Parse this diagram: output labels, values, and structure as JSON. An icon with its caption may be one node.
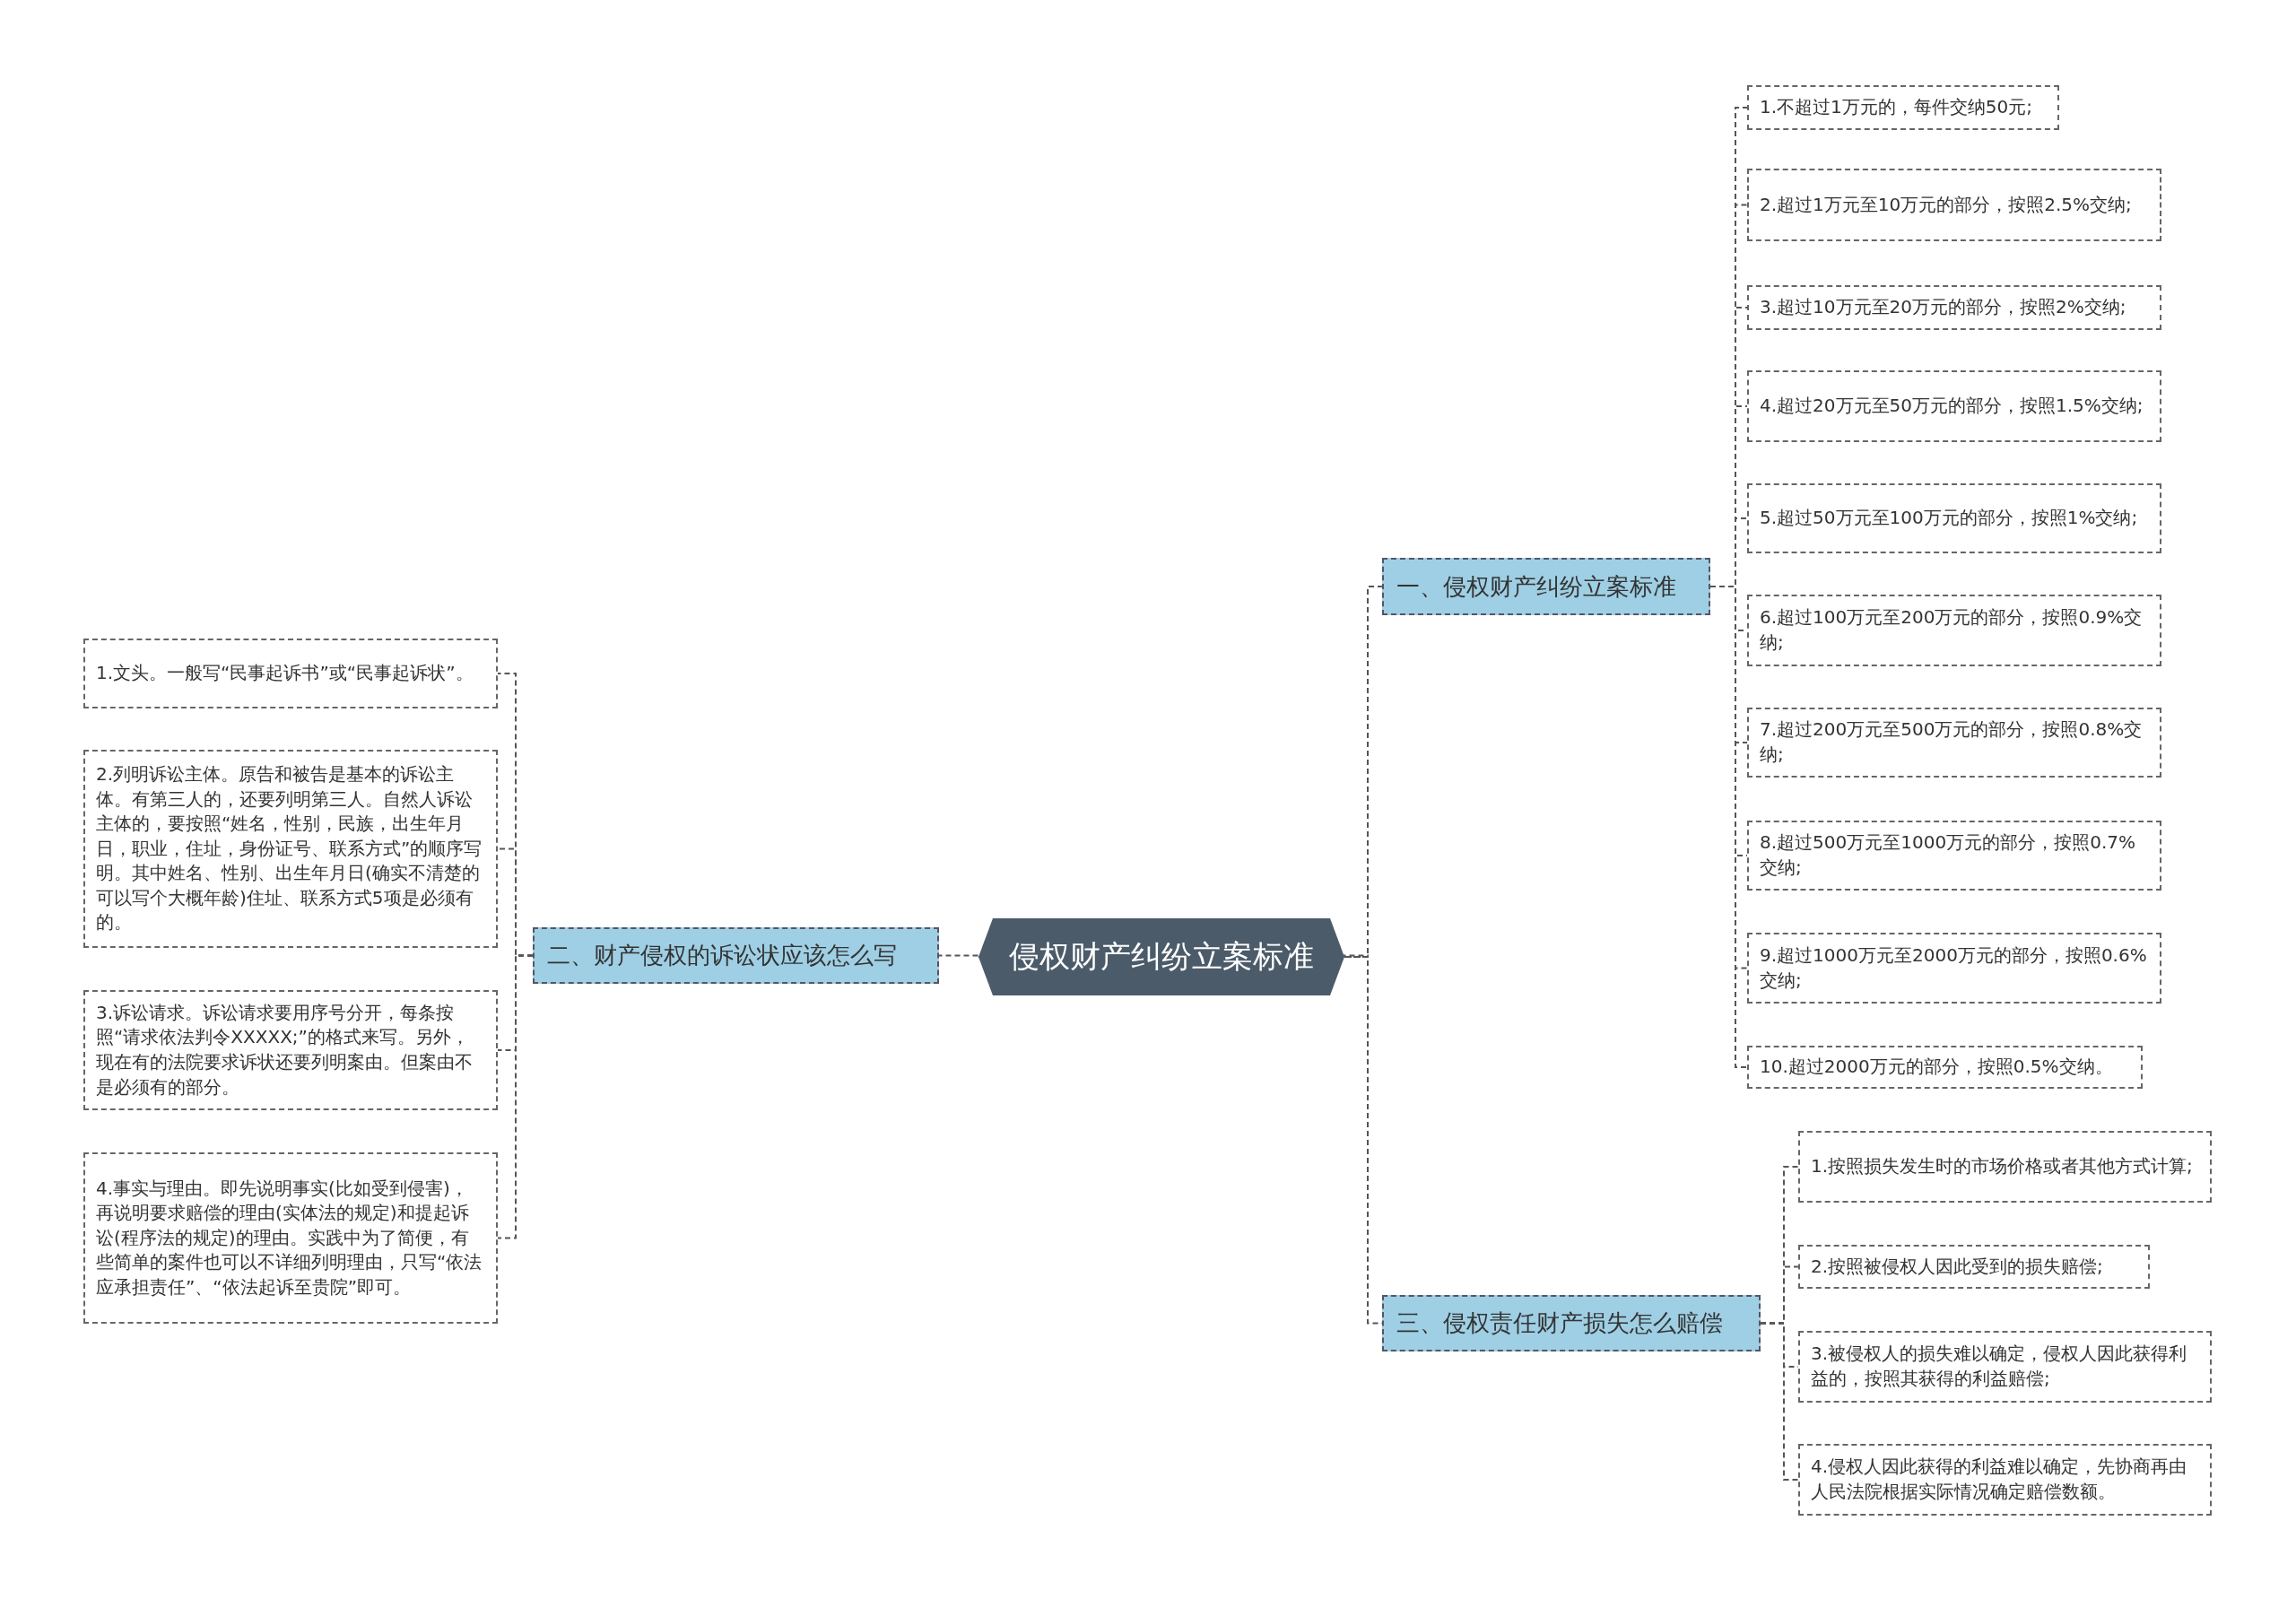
{
  "diagram": {
    "nodes": [
      {
        "text": [
          "侵权财产纠纷立案标准"
        ]
      },
      {
        "text": [
          "一、侵权财产纠纷立案标准"
        ]
      },
      {
        "text": [
          "1.不超过1万元的，每件交纳50元;"
        ]
      },
      {
        "text": [
          "2.超过1万元至10万元的部分，按照2.5%交纳;"
        ]
      },
      {
        "text": [
          "3.超过10万元至20万元的部分，按照2%交纳;"
        ]
      },
      {
        "text": [
          "4.超过20万元至50万元的部分，按照1.5%交纳;"
        ]
      },
      {
        "text": [
          "5.超过50万元至100万元的部分，按照1%交纳;"
        ]
      },
      {
        "text": [
          "6.超过100万元至200万元的部分，按照0.9%交纳;"
        ]
      },
      {
        "text": [
          "7.超过200万元至500万元的部分，按照0.8%交纳;"
        ]
      },
      {
        "text": [
          "8.超过500万元至1000万元的部分，按照0.7%交纳;"
        ]
      },
      {
        "text": [
          "9.超过1000万元至2000万元的部分，按照0.6%交纳;"
        ]
      },
      {
        "text": [
          "10.超过2000万元的部分，按照0.5%交纳。"
        ]
      },
      {
        "text": [
          "二、财产侵权的诉讼状应该怎么写"
        ]
      },
      {
        "text": [
          "1.文头。一般写“民事起诉书”或“民事起诉状”。"
        ]
      },
      {
        "text": [
          "2.列明诉讼主体。原告和被告是基本的诉讼主体。有第三人的，还要列明第三人。自然人诉讼主体的，要按照“姓名，性别，民族，出生年月日，职业，住址，身份证号、联系方式”的顺序写明。其中姓名、性别、出生年月日(确实不清楚的可以写个大概年龄)住址、联系方式5项是必须有的。"
        ]
      },
      {
        "text": [
          "3.诉讼请求。诉讼请求要用序号分开，每条按照“请求依法判令XXXXX;”的格式来写。另外，现在有的法院要求诉状还要列明案由。但案由不是必须有的部分。"
        ]
      },
      {
        "text": [
          "4.事实与理由。即先说明事实(比如受到侵害)，再说明要求赔偿的理由(实体法的规定)和提起诉讼(程序法的规定)的理由。实践中为了简便，有些简单的案件也可以不详细列明理由，只写“依法应承担责任”、“依法起诉至贵院”即可。"
        ]
      },
      {
        "text": [
          "三、侵权责任财产损失怎么赔偿"
        ]
      },
      {
        "text": [
          "1.按照损失发生时的市场价格或者其他方式计算;"
        ]
      },
      {
        "text": [
          "2.按照被侵权人因此受到的损失赔偿;"
        ]
      },
      {
        "text": [
          "3.被侵权人的损失难以确定，侵权人因此获得利益的，按照其获得的利益赔偿;"
        ]
      },
      {
        "text": [
          "4.侵权人因此获得的利益难以确定，先协商再由人民法院根据实际情况确定赔偿数额。"
        ]
      }
    ],
    "edges": [
      {
        "from": 0,
        "to": 1,
        "arrow": "none"
      },
      {
        "from": 1,
        "to": 2,
        "arrow": "none"
      },
      {
        "from": 1,
        "to": 3,
        "arrow": "none"
      },
      {
        "from": 1,
        "to": 4,
        "arrow": "none"
      },
      {
        "from": 1,
        "to": 5,
        "arrow": "none"
      },
      {
        "from": 1,
        "to": 6,
        "arrow": "none"
      },
      {
        "from": 1,
        "to": 7,
        "arrow": "none"
      },
      {
        "from": 1,
        "to": 8,
        "arrow": "none"
      },
      {
        "from": 1,
        "to": 9,
        "arrow": "none"
      },
      {
        "from": 1,
        "to": 10,
        "arrow": "none"
      },
      {
        "from": 1,
        "to": 11,
        "arrow": "none"
      },
      {
        "from": 0,
        "to": 12,
        "arrow": "none"
      },
      {
        "from": 12,
        "to": 13,
        "arrow": "none"
      },
      {
        "from": 12,
        "to": 14,
        "arrow": "none"
      },
      {
        "from": 12,
        "to": 15,
        "arrow": "none"
      },
      {
        "from": 12,
        "to": 16,
        "arrow": "none"
      },
      {
        "from": 0,
        "to": 17,
        "arrow": "none"
      },
      {
        "from": 17,
        "to": 18,
        "arrow": "none"
      },
      {
        "from": 17,
        "to": 19,
        "arrow": "none"
      },
      {
        "from": 17,
        "to": 20,
        "arrow": "none"
      },
      {
        "from": 17,
        "to": 21,
        "arrow": "none"
      }
    ]
  }
}
